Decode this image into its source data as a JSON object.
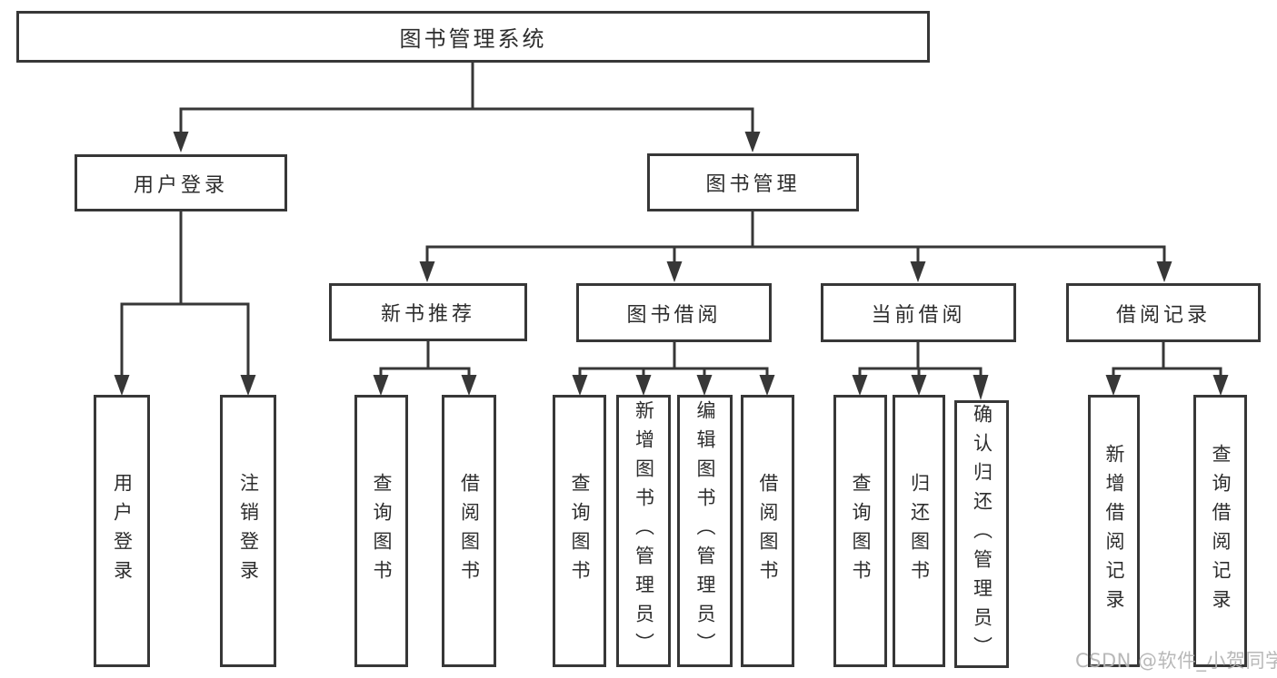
{
  "tree": {
    "root": {
      "label": "图书管理系统"
    },
    "branches": [
      {
        "label": "用户登录",
        "children": [
          {
            "label": "用户登录"
          },
          {
            "label": "注销登录"
          }
        ]
      },
      {
        "label": "图书管理",
        "children": [
          {
            "label": "新书推荐",
            "children": [
              {
                "label": "查询图书"
              },
              {
                "label": "借阅图书"
              }
            ]
          },
          {
            "label": "图书借阅",
            "children": [
              {
                "label": "查询图书"
              },
              {
                "label": "新增图书（管理员）"
              },
              {
                "label": "编辑图书（管理员）"
              },
              {
                "label": "借阅图书"
              }
            ]
          },
          {
            "label": "当前借阅",
            "children": [
              {
                "label": "查询图书"
              },
              {
                "label": "归还图书"
              },
              {
                "label": "确认归还（管理员）"
              }
            ]
          },
          {
            "label": "借阅记录",
            "children": [
              {
                "label": "新增借阅记录"
              },
              {
                "label": "查询借阅记录"
              }
            ]
          }
        ]
      }
    ]
  },
  "watermark": {
    "text": "CSDN @软件_小贺同学"
  },
  "colors": {
    "background": "#ffffff",
    "box_border": "#373737",
    "connector_line": "#373737",
    "text": "#2d2d2d",
    "watermark_text": "#b3b3b3"
  }
}
